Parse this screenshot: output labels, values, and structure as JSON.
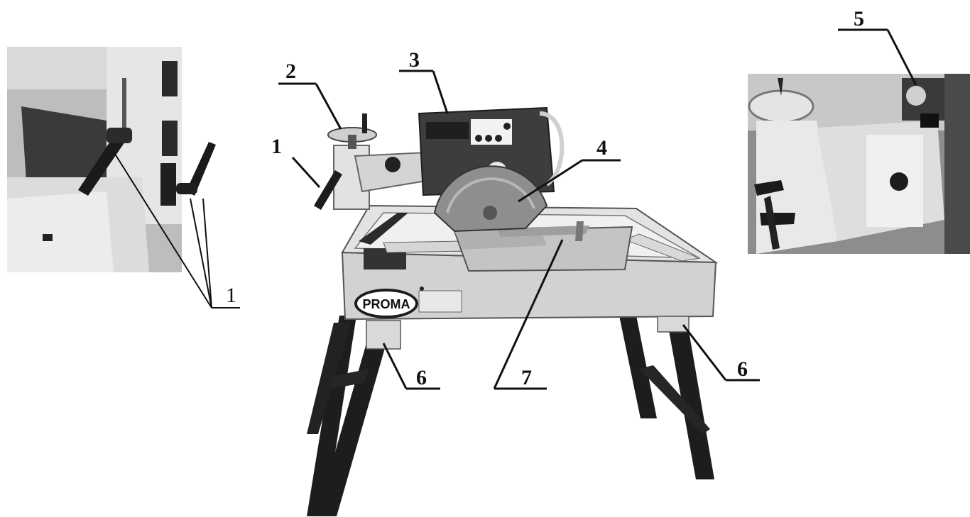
{
  "brand": {
    "logo_text": "PROMA"
  },
  "callouts": [
    {
      "id": "c1-main",
      "label": "1"
    },
    {
      "id": "c2",
      "label": "2"
    },
    {
      "id": "c3",
      "label": "3"
    },
    {
      "id": "c4",
      "label": "4"
    },
    {
      "id": "c5",
      "label": "5"
    },
    {
      "id": "c6-left",
      "label": "6"
    },
    {
      "id": "c6-right",
      "label": "6"
    },
    {
      "id": "c7",
      "label": "7"
    },
    {
      "id": "c1-inset",
      "label": "1"
    }
  ],
  "colors": {
    "ink": "#111111",
    "frame": "#cfcfcf",
    "motor": "#3a3a3a",
    "photo_bg": "#9a9a9a"
  }
}
